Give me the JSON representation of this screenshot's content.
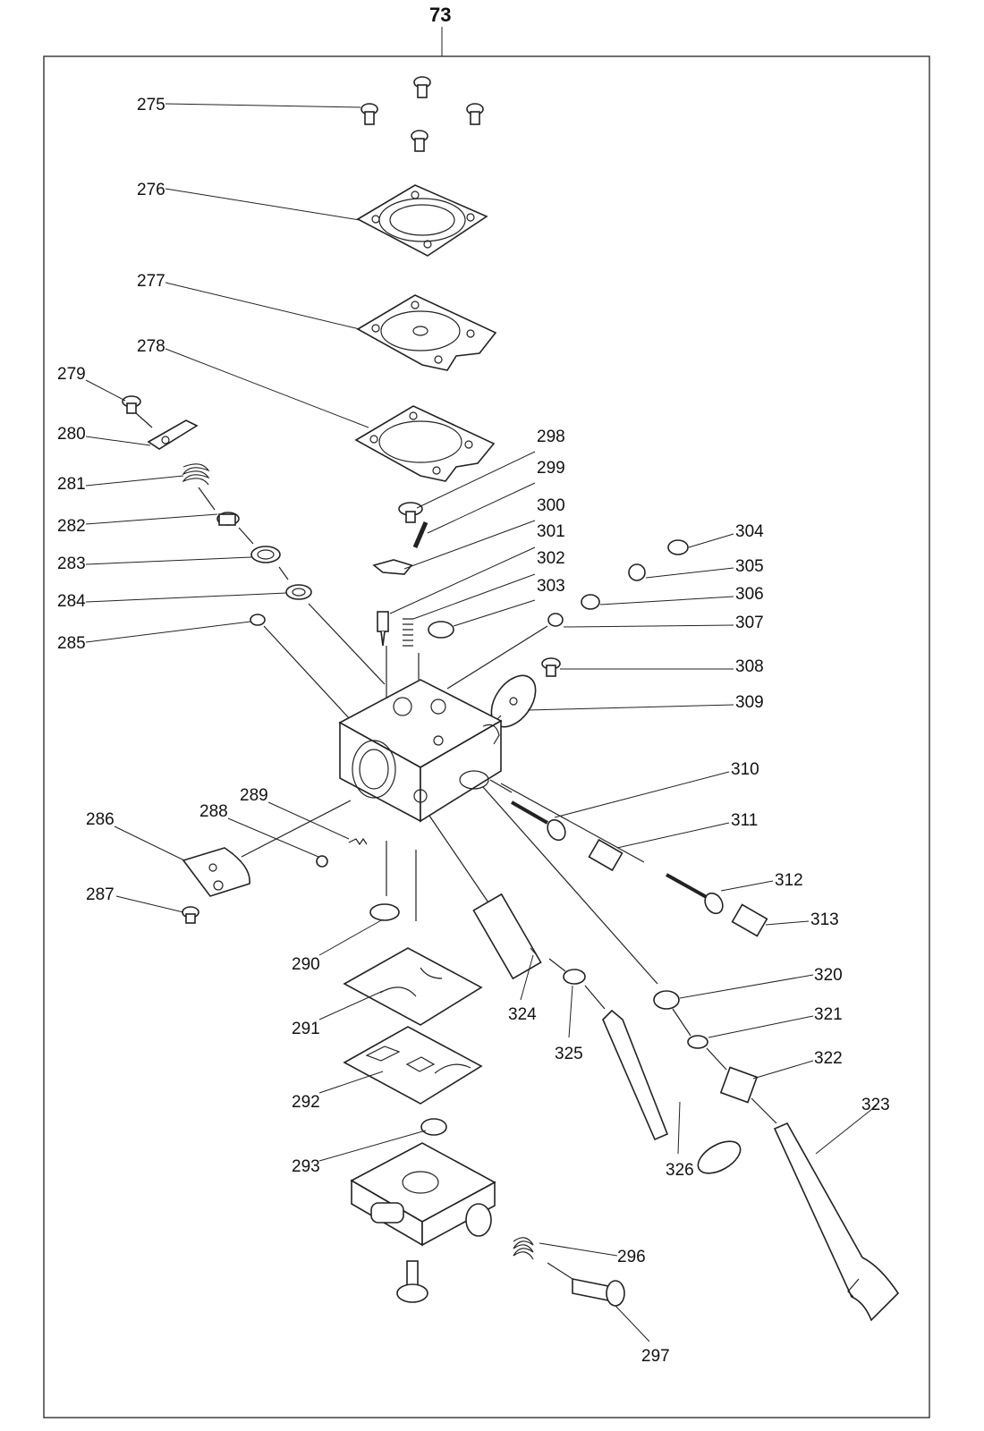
{
  "page": {
    "number": "73"
  },
  "diagram": {
    "callouts": [
      "275",
      "276",
      "277",
      "278",
      "279",
      "280",
      "281",
      "282",
      "283",
      "284",
      "285",
      "286",
      "287",
      "288",
      "289",
      "290",
      "291",
      "292",
      "293",
      "296",
      "297",
      "298",
      "299",
      "300",
      "301",
      "302",
      "303",
      "304",
      "305",
      "306",
      "307",
      "308",
      "309",
      "310",
      "311",
      "312",
      "313",
      "320",
      "321",
      "322",
      "323",
      "324",
      "325",
      "326"
    ]
  }
}
